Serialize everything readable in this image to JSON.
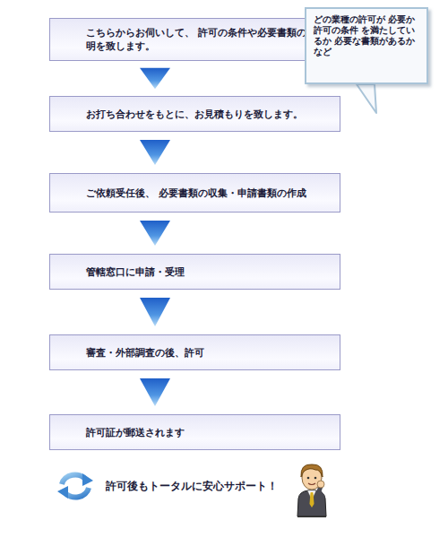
{
  "diagram": {
    "nodes": [
      {
        "text": [
          "こちらからお伺いして、 許可の条件や必要書類のご説明を致します。"
        ]
      },
      {
        "text": [
          "お打ち合わせをもとに、お見積もりを致します。"
        ]
      },
      {
        "text": [
          "ご依頼受任後、 必要書類の収集・申請書類の作成"
        ]
      },
      {
        "text": [
          "管轄窓口に申請・受理"
        ]
      },
      {
        "text": [
          "審査・外部調査の後、許可"
        ]
      },
      {
        "text": [
          "許可証が郵送されます"
        ]
      },
      {
        "text": [
          "どの業種の許可が 必要か許可の条件 を満たしているか 必要な書類があるか など"
        ]
      }
    ],
    "edges": [
      {
        "from": 0,
        "to": 1,
        "arrow": "to"
      },
      {
        "from": 1,
        "to": 2,
        "arrow": "to"
      },
      {
        "from": 2,
        "to": 3,
        "arrow": "to"
      },
      {
        "from": 3,
        "to": 4,
        "arrow": "to"
      },
      {
        "from": 4,
        "to": 5,
        "arrow": "to"
      }
    ],
    "labels": [
      "許可後もトータルに安心サポート！"
    ]
  }
}
